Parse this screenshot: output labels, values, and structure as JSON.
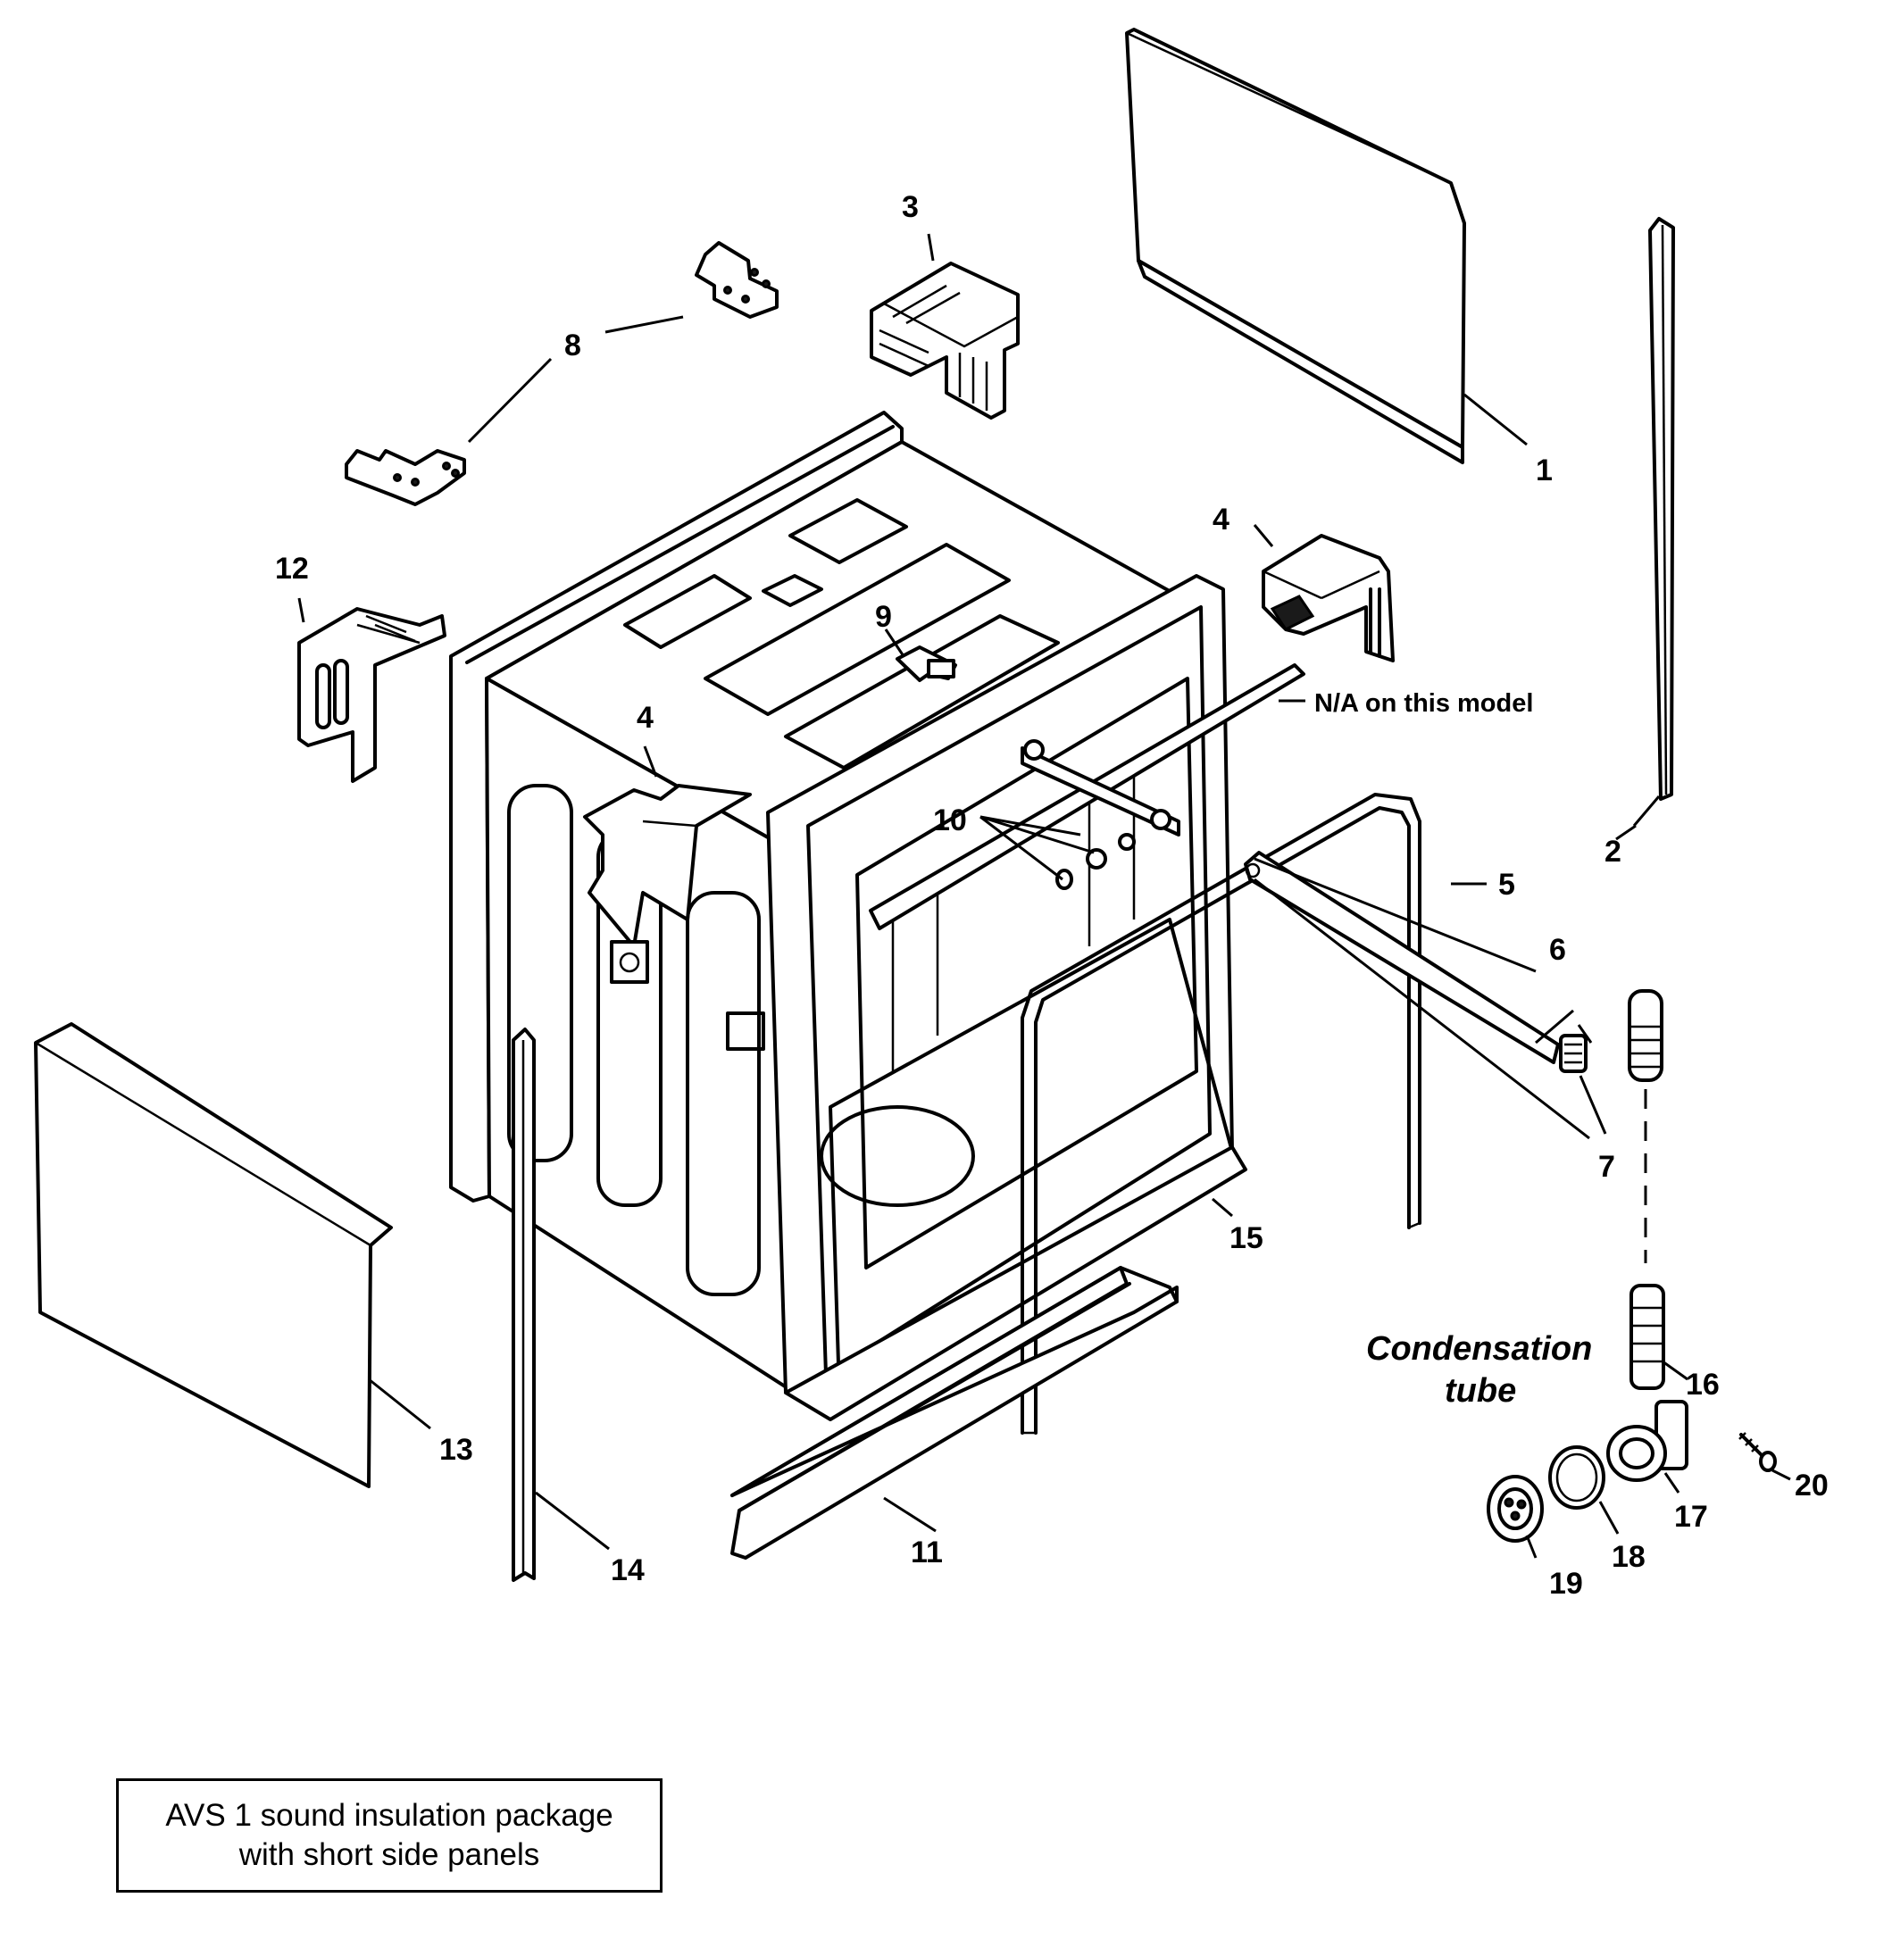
{
  "callouts": {
    "c1": "1",
    "c2": "2",
    "c3": "3",
    "c4a": "4",
    "c4b": "4",
    "c5": "5",
    "c6": "6",
    "c7": "7",
    "c8": "8",
    "c9": "9",
    "c10": "10",
    "c11": "11",
    "c12": "12",
    "c13": "13",
    "c14": "14",
    "c15": "15",
    "c16": "16",
    "c17": "17",
    "c18": "18",
    "c19": "19",
    "c20": "20"
  },
  "notes": {
    "na_model": "N/A on this model",
    "condensation_line1": "Condensation",
    "condensation_line2": "tube"
  },
  "package_box": {
    "line1": "AVS 1 sound insulation package",
    "line2": "with short side panels"
  }
}
